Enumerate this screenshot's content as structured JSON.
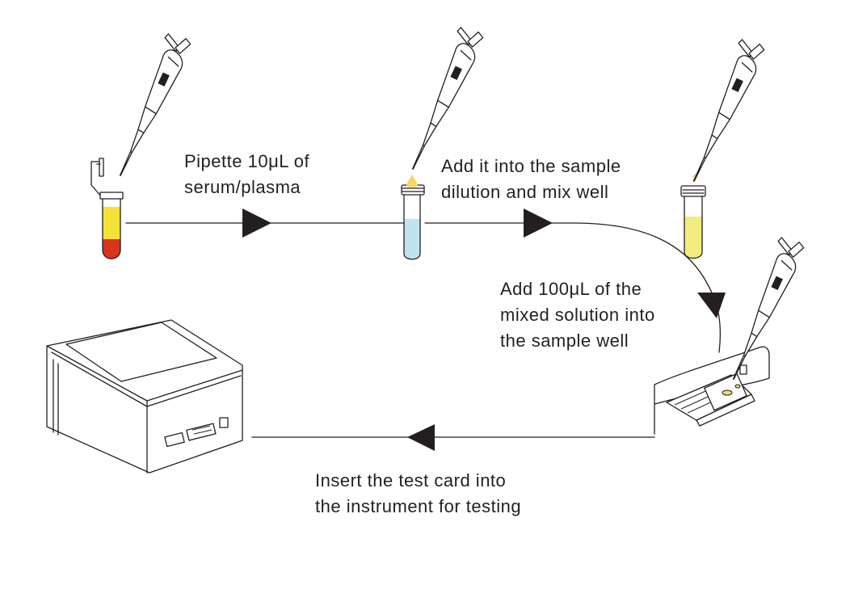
{
  "steps": [
    {
      "lines": [
        "Pipette 10μL of",
        "serum/plasma"
      ]
    },
    {
      "lines": [
        "Add it into the sample",
        "dilution and mix well"
      ]
    },
    {
      "lines": [
        "Add 100μL of the",
        "mixed solution into",
        "the sample well"
      ]
    },
    {
      "lines": [
        "Insert the test card into",
        "the instrument for testing"
      ]
    }
  ],
  "colors": {
    "line": "#231f20",
    "serum": "#f2e23a",
    "blood": "#d8341c",
    "dilution": "#bfe3ef",
    "mixed": "#f3ec7e",
    "drop": "#efd96a"
  },
  "icons": [
    "pipette-icon",
    "blood-tube-icon",
    "dilution-tube-icon",
    "mixed-tube-icon",
    "test-card-icon",
    "analyzer-instrument-icon",
    "arrow-icon"
  ]
}
